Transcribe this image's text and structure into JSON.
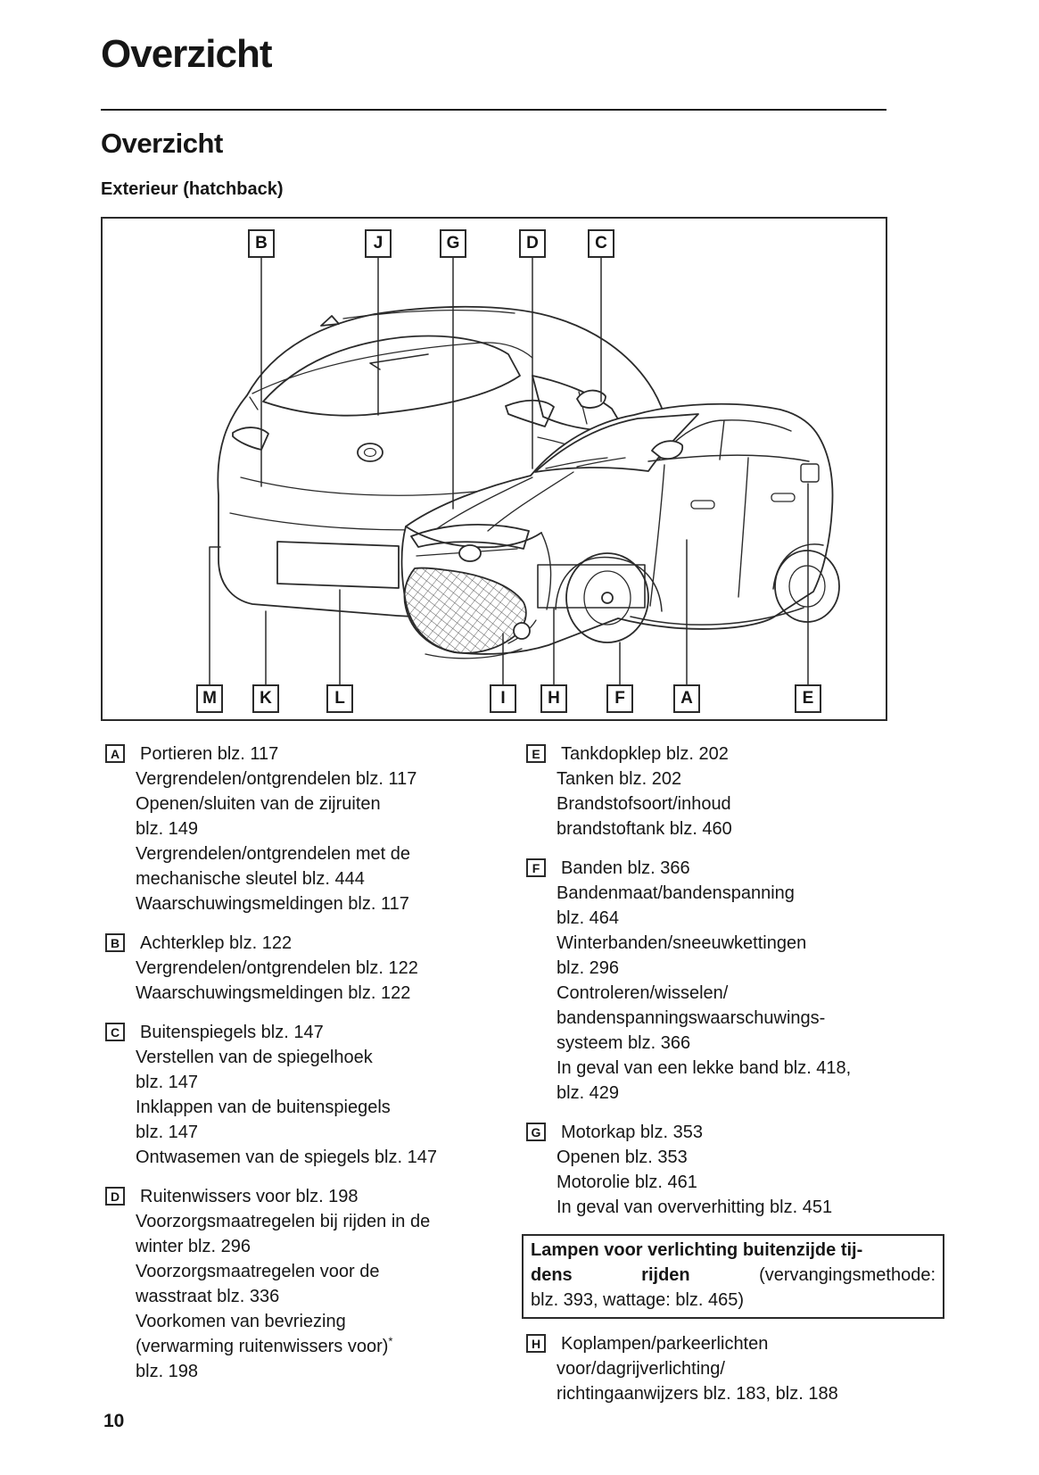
{
  "page": {
    "title": "Overzicht",
    "section_title": "Overzicht",
    "subsection_title": "Exterieur (hatchback)",
    "page_number": "10"
  },
  "diagram": {
    "top_letters": [
      "B",
      "J",
      "G",
      "D",
      "C"
    ],
    "bottom_letters": [
      "M",
      "K",
      "L",
      "I",
      "H",
      "F",
      "A",
      "E"
    ],
    "line_color": "#2b2b2b"
  },
  "items_left": [
    {
      "letter": "A",
      "head": "Portieren blz. 117",
      "lines": [
        "Vergrendelen/ontgrendelen blz. 117",
        "Openen/sluiten van de zijruiten",
        "blz. 149",
        "Vergrendelen/ontgrendelen met de",
        "mechanische sleutel blz. 444",
        "Waarschuwingsmeldingen blz. 117"
      ]
    },
    {
      "letter": "B",
      "head": "Achterklep blz. 122",
      "lines": [
        "Vergrendelen/ontgrendelen blz. 122",
        "Waarschuwingsmeldingen blz. 122"
      ]
    },
    {
      "letter": "C",
      "head": "Buitenspiegels blz. 147",
      "lines": [
        "Verstellen van de spiegelhoek",
        "blz. 147",
        "Inklappen van de buitenspiegels",
        "blz. 147",
        "Ontwasemen van de spiegels blz. 147"
      ]
    },
    {
      "letter": "D",
      "head": "Ruitenwissers voor blz. 198",
      "lines": [
        "Voorzorgsmaatregelen bij rijden in de",
        "winter blz. 296",
        "Voorzorgsmaatregelen voor de",
        "wasstraat blz. 336",
        "Voorkomen van bevriezing",
        "(verwarming ruitenwissers voor)",
        "blz. 198"
      ],
      "footnote_marker": "*"
    }
  ],
  "items_right": [
    {
      "letter": "E",
      "head": "Tankdopklep blz. 202",
      "lines": [
        "Tanken blz. 202",
        "Brandstofsoort/inhoud",
        "brandstoftank blz. 460"
      ]
    },
    {
      "letter": "F",
      "head": "Banden blz. 366",
      "lines": [
        "Bandenmaat/bandenspanning",
        "blz. 464",
        "Winterbanden/sneeuwkettingen",
        "blz. 296",
        "Controleren/wisselen/",
        "bandenspanningswaarschuwings-",
        "systeem blz. 366",
        "In geval van een lekke band blz. 418,",
        "blz. 429"
      ]
    },
    {
      "letter": "G",
      "head": "Motorkap blz. 353",
      "lines": [
        "Openen blz. 353",
        "Motorolie blz. 461",
        "In geval van oververhitting blz. 451"
      ]
    },
    {
      "letter": "H",
      "head": "Koplampen/parkeerlichten",
      "lines": [
        "voor/dagrijverlichting/",
        "richtingaanwijzers blz. 183, blz. 188"
      ]
    }
  ],
  "note": {
    "line1": "Lampen voor verlichting buitenzijde tij-",
    "line2_words": [
      "dens",
      "rijden",
      "(vervangingsmethode:"
    ],
    "line3": "blz. 393, wattage: blz. 465)"
  }
}
